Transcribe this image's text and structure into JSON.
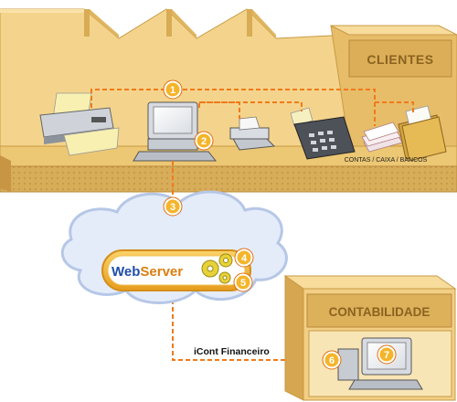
{
  "labels": {
    "clientes": "CLIENTES",
    "contabilidade": "CONTABILIDADE",
    "contas": "CONTAS / CAIXA / BANCOS",
    "webserver_web": "Web",
    "webserver_server": "Server",
    "icont": "iCont Financeiro"
  },
  "steps": [
    "1",
    "2",
    "3",
    "4",
    "5",
    "6",
    "7"
  ],
  "colors": {
    "building_front": "#f3d28a",
    "building_side": "#e2b760",
    "building_dark": "#c99a45",
    "connector": "#f07a1a",
    "badge_fill": "#f5b52a",
    "cloud": "#dfe8f8",
    "cloud_edge": "#b8c8e8",
    "webserver_pill": "#f2b43a",
    "webserver_blue": "#1f4fa8"
  }
}
